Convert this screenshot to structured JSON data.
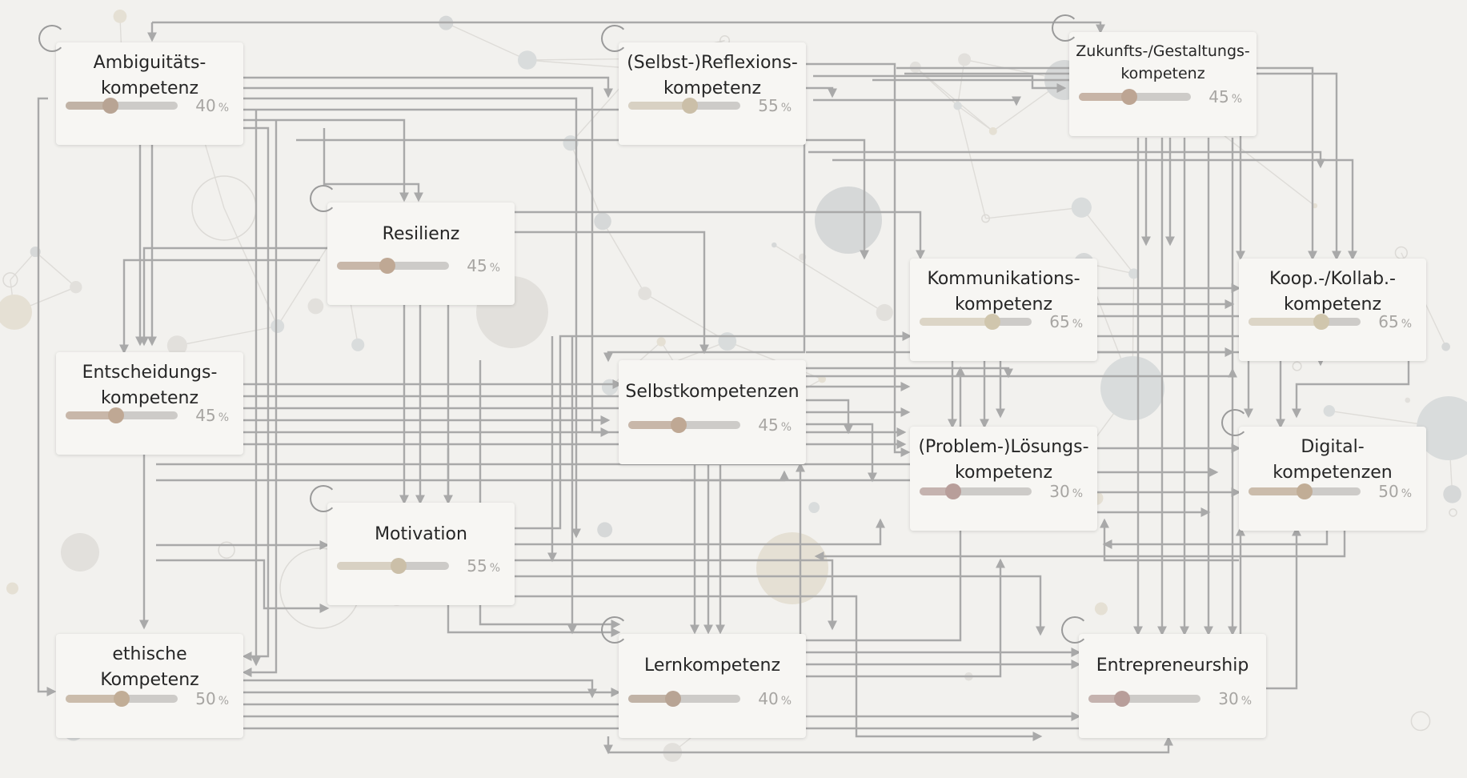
{
  "graph": {
    "nodes": [
      {
        "id": "ambiguitaet",
        "label": "Ambiguitäts-\nkompetenz",
        "value": 40,
        "self_loop": true,
        "fill_color": "#c1b3a6",
        "knob_color": "#b8a494"
      },
      {
        "id": "reflexion",
        "label": "(Selbst-)Reflexions-\nkompetenz",
        "value": 55,
        "self_loop": true,
        "fill_color": "#d8d1c3",
        "knob_color": "#cbbfa8"
      },
      {
        "id": "zukunft",
        "label": "Zukunfts-/Gestaltungs-\nkompetenz",
        "value": 45,
        "self_loop": true,
        "fill_color": "#c7b4a6",
        "knob_color": "#bda593",
        "small": true
      },
      {
        "id": "resilienz",
        "label": "Resilienz",
        "value": 45,
        "self_loop": true,
        "fill_color": "#c8b7a9",
        "knob_color": "#bfa894"
      },
      {
        "id": "kommunikation",
        "label": "Kommunikations-\nkompetenz",
        "value": 65,
        "self_loop": false,
        "fill_color": "#dcd5c6",
        "knob_color": "#d0c6ad"
      },
      {
        "id": "kooperation",
        "label": "Koop.-/Kollab.-\nkompetenz",
        "value": 65,
        "self_loop": false,
        "fill_color": "#dcd5c6",
        "knob_color": "#d0c6ad"
      },
      {
        "id": "entscheidung",
        "label": "Entscheidungs-\nkompetenz",
        "value": 45,
        "self_loop": false,
        "fill_color": "#c8b7a9",
        "knob_color": "#bfa894"
      },
      {
        "id": "selbst",
        "label": "Selbstkompetenzen",
        "value": 45,
        "self_loop": false,
        "fill_color": "#c8b7a9",
        "knob_color": "#bfa894"
      },
      {
        "id": "problem",
        "label": "(Problem-)Lösungs-\nkompetenz",
        "value": 30,
        "self_loop": false,
        "fill_color": "#c5b3af",
        "knob_color": "#b89e9a"
      },
      {
        "id": "digital",
        "label": "Digital-\nkompetenzen",
        "value": 50,
        "self_loop": true,
        "fill_color": "#cbbcab",
        "knob_color": "#c1ad96"
      },
      {
        "id": "motivation",
        "label": "Motivation",
        "value": 55,
        "self_loop": true,
        "fill_color": "#d8d1c3",
        "knob_color": "#cbbfa8"
      },
      {
        "id": "ethisch",
        "label": "ethische\nKompetenz",
        "value": 50,
        "self_loop": false,
        "fill_color": "#cbbcab",
        "knob_color": "#c1ad96"
      },
      {
        "id": "lern",
        "label": "Lernkompetenz",
        "value": 40,
        "self_loop": true,
        "fill_color": "#c1b3a6",
        "knob_color": "#b8a494"
      },
      {
        "id": "entrepreneur",
        "label": "Entrepreneurship",
        "value": 30,
        "self_loop": true,
        "fill_color": "#c5b3af",
        "knob_color": "#b89e9a"
      }
    ],
    "unit_symbol": "%",
    "edge_color": "#a9a9a9"
  }
}
